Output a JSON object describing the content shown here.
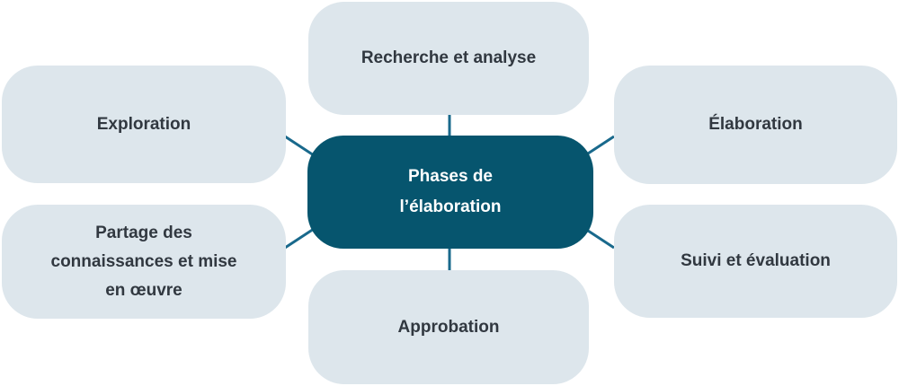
{
  "diagram": {
    "title": "Phases de l’élaboration",
    "center": {
      "label": "Phases de l’élaboration"
    },
    "nodes": [
      {
        "id": "recherche",
        "label": "Recherche et analyse"
      },
      {
        "id": "exploration",
        "label": "Exploration"
      },
      {
        "id": "elaboration",
        "label": "Élaboration"
      },
      {
        "id": "partage",
        "label": "Partage des connaissances et mise en œuvre"
      },
      {
        "id": "suivi",
        "label": "Suivi et évaluation"
      },
      {
        "id": "approbation",
        "label": "Approbation"
      }
    ],
    "colors": {
      "center_bg": "#06556e",
      "center_text": "#ffffff",
      "node_bg": "#dde6ec",
      "node_text": "#313840",
      "line": "#19698c"
    }
  }
}
